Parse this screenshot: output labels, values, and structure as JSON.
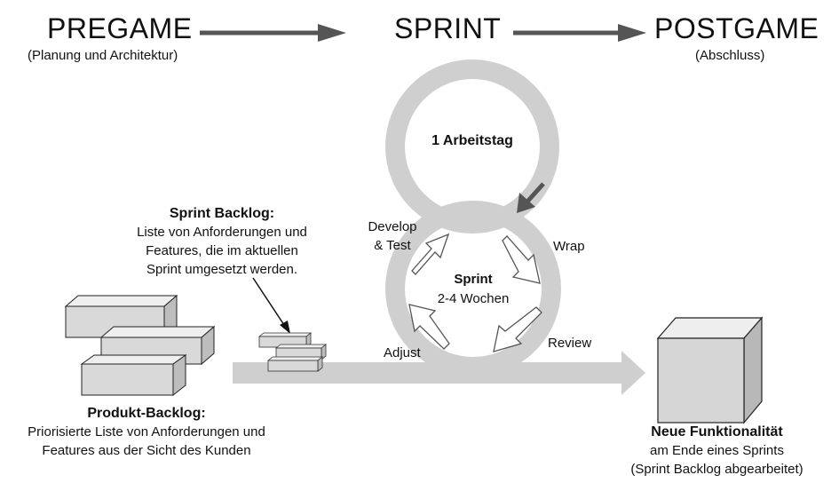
{
  "phases": {
    "pregame": {
      "title": "PREGAME",
      "subtitle": "(Planung und Architektur)"
    },
    "sprint": {
      "title": "SPRINT"
    },
    "postgame": {
      "title": "POSTGAME",
      "subtitle": "(Abschluss)"
    }
  },
  "daily_loop": {
    "label": "1 Arbeitstag"
  },
  "sprint_loop": {
    "title": "Sprint",
    "duration": "2-4 Wochen",
    "steps": {
      "develop_line1": "Develop",
      "develop_line2": "& Test",
      "wrap": "Wrap",
      "review": "Review",
      "adjust": "Adjust"
    }
  },
  "sprint_backlog": {
    "title": "Sprint Backlog:",
    "lines": [
      "Liste von Anforderungen und",
      "Features, die im aktuellen",
      "Sprint umgesetzt werden."
    ]
  },
  "product_backlog": {
    "title": "Produkt-Backlog:",
    "lines": [
      "Priorisierte Liste von Anforderungen und",
      "Features aus der Sicht des Kunden"
    ]
  },
  "output": {
    "title": "Neue Funktionalität",
    "lines": [
      "am Ende eines Sprints",
      "(Sprint Backlog abgearbeitet)"
    ]
  },
  "colors": {
    "loop": "#cfcfcf",
    "phase_arrow": "#555555",
    "box_front": "#d9d9d9",
    "box_top": "#efefef",
    "box_side": "#bdbdbd",
    "cube_front": "#d6d6d6",
    "cube_top": "#eeeeee",
    "cube_side": "#b8b8b8"
  }
}
